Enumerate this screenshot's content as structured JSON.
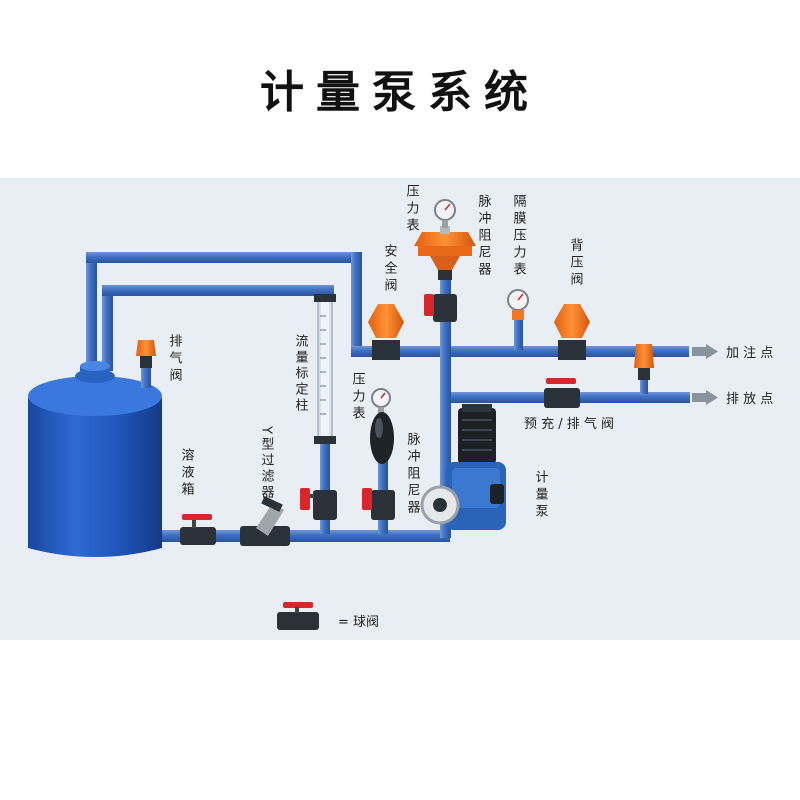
{
  "title": "计量泵系统",
  "colors": {
    "background": "#e9eef4",
    "pipe": "#3d6fc2",
    "pipe_highlight": "#8fb3ec",
    "tank": "#1f54b8",
    "valve_body": "#2b3138",
    "valve_handle": "#d8262b",
    "orange_valve": "#f2771e",
    "pump_blue": "#2a63b8"
  },
  "labels": {
    "pressure_gauge_top": "压力表",
    "pulse_damper_top": "脉冲阻尼器",
    "diaphragm_gauge": "隔膜压力表",
    "back_pressure_valve": "背压阀",
    "safety_valve": "安全阀",
    "vent_valve": "排气阀",
    "flow_column": "流量标定柱",
    "pressure_gauge_mid": "压力表",
    "pulse_damper_mid": "脉冲阻尼器",
    "solution_tank": "溶液箱",
    "y_filter": "Y型过滤器",
    "metering_pump": "计量泵",
    "dosing_point": "加 注 点",
    "drain_point": "排 放 点",
    "prime_vent_valve": "预 充 / 排 气 阀",
    "legend_ball_valve": "= 球阀"
  },
  "icons": [
    "pressure-gauge-icon",
    "ball-valve-icon",
    "orange-valve-icon",
    "pump-icon",
    "tank-icon",
    "arrow-right-icon"
  ]
}
